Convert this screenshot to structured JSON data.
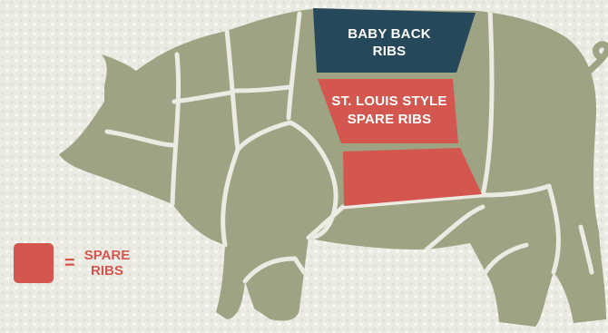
{
  "colors": {
    "pig": "#9ea383",
    "divider": "#ecebe3",
    "baby_back": "#25495a",
    "spare_ribs": "#d4574f",
    "label_text": "#ffffff"
  },
  "cuts": {
    "baby_back": {
      "line1": "BABY BACK",
      "line2": "RIBS"
    },
    "st_louis": {
      "line1": "ST. LOUIS STYLE",
      "line2": "SPARE RIBS"
    }
  },
  "legend": {
    "equals": "=",
    "line1": "SPARE",
    "line2": "RIBS"
  }
}
